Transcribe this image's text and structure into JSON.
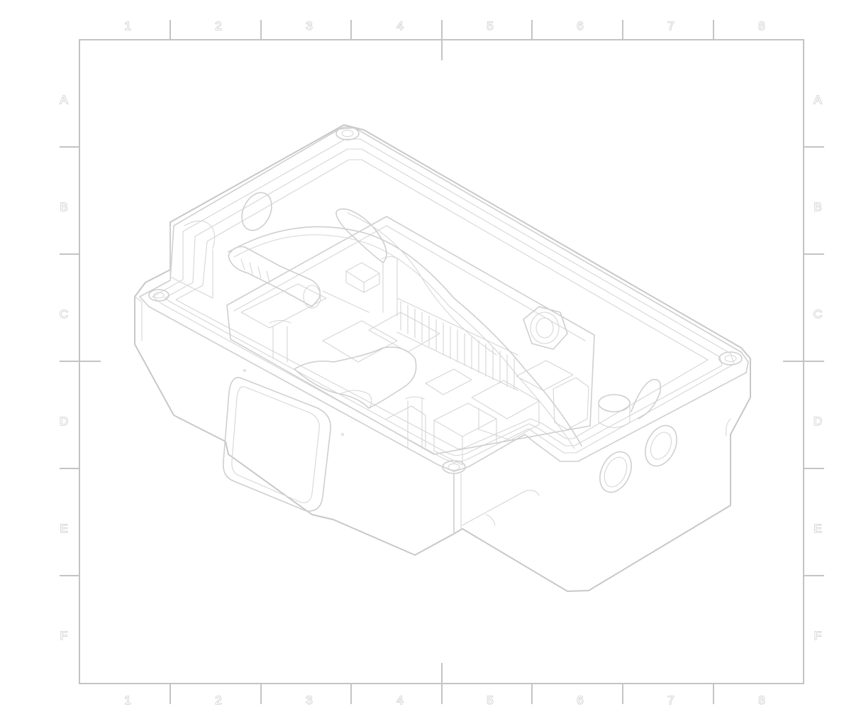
{
  "drawing_sheet": {
    "column_labels": [
      "1",
      "2",
      "3",
      "4",
      "5",
      "6",
      "7",
      "8"
    ],
    "row_labels": [
      "A",
      "B",
      "C",
      "D",
      "E",
      "F"
    ]
  },
  "illustration": {
    "subject": "enclosure-with-circuit-board",
    "line_color": "#cfcfcf",
    "frame_color": "#c4c4c4"
  }
}
